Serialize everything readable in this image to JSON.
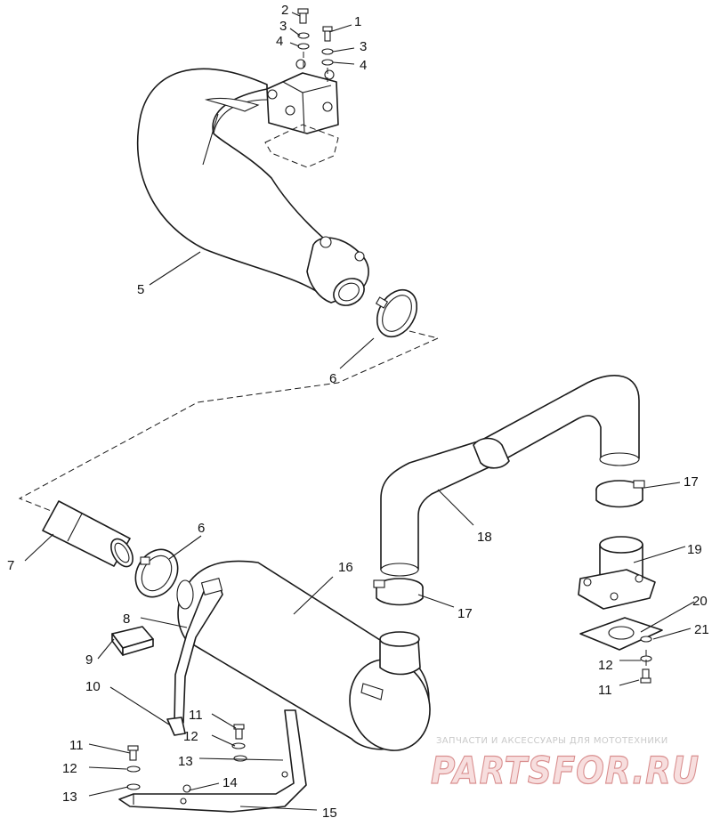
{
  "diagram": {
    "callouts": {
      "c1": "1",
      "c2": "2",
      "c3a": "3",
      "c3b": "3",
      "c4a": "4",
      "c4b": "4",
      "c5": "5",
      "c6a": "6",
      "c6b": "6",
      "c7": "7",
      "c8": "8",
      "c9": "9",
      "c10": "10",
      "c11a": "11",
      "c11b": "11",
      "c11c": "11",
      "c12a": "12",
      "c12b": "12",
      "c12c": "12",
      "c13a": "13",
      "c13b": "13",
      "c14": "14",
      "c15": "15",
      "c16": "16",
      "c17a": "17",
      "c17b": "17",
      "c18": "18",
      "c19": "19",
      "c20": "20",
      "c21": "21"
    }
  },
  "watermark": {
    "tagline": "ЗАПЧАСТИ И АКСЕССУАРЫ ДЛЯ МОТОТЕХНИКИ",
    "brand": "PARTSFOR.RU"
  }
}
